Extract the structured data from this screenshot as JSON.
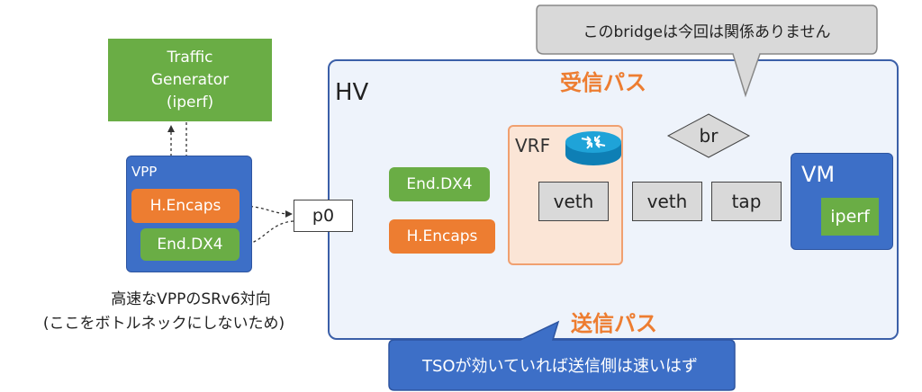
{
  "traffic_gen": {
    "label": "Traffic\nGenerator\n(iperf)"
  },
  "vpp": {
    "title": "VPP",
    "encaps": "H.Encaps",
    "dx4": "End.DX4",
    "caption_line1": "高速なVPPのSRv6対向",
    "caption_line2": "(ここをボトルネックにしないため)"
  },
  "p0": {
    "label": "p0"
  },
  "hv": {
    "title": "HV",
    "rx_path": "受信パス",
    "tx_path": "送信パス",
    "dx4": "End.DX4",
    "encaps": "H.Encaps",
    "vrf": {
      "title": "VRF",
      "veth": "veth"
    },
    "veth2": "veth",
    "tap": "tap",
    "br": "br",
    "vm": {
      "title": "VM",
      "app": "iperf"
    }
  },
  "callouts": {
    "bridge_note": "このbridgeは今回は関係ありません",
    "tso_note": "TSOが効いていれば送信側は速いはず"
  },
  "colors": {
    "green": "#6aad45",
    "blue": "#3d6fc7",
    "orange": "#ed7d31",
    "hv_bg": "#eef3fb",
    "hv_border": "#3b5fa8",
    "vrf_bg": "#fbe5d6",
    "vrf_border": "#f0a070",
    "gray_box": "#d9d9d9",
    "arrow_orange": "#f4a65e"
  },
  "icons": {
    "router": "router-icon"
  }
}
